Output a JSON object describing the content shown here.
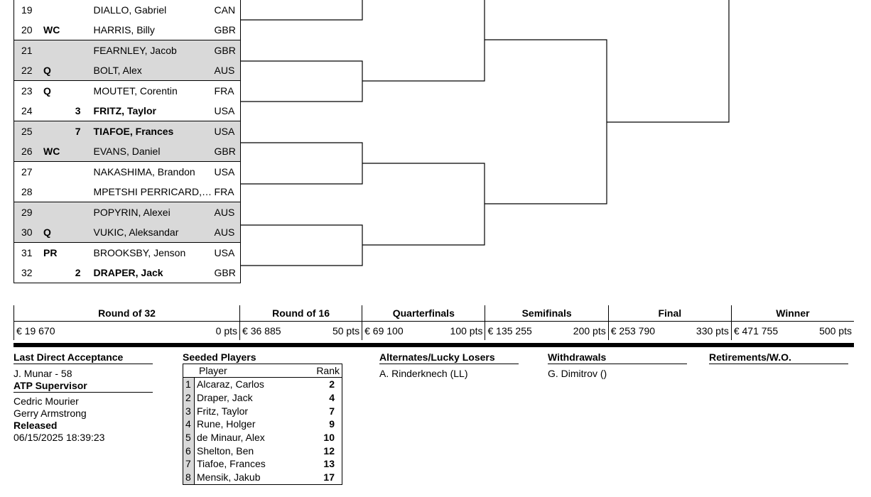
{
  "draw": {
    "players": [
      {
        "num": "19",
        "entry": "",
        "seed": "",
        "name": "DIALLO, Gabriel",
        "country": "CAN"
      },
      {
        "num": "20",
        "entry": "WC",
        "seed": "",
        "name": "HARRIS, Billy",
        "country": "GBR"
      },
      {
        "num": "21",
        "entry": "",
        "seed": "",
        "name": "FEARNLEY, Jacob",
        "country": "GBR"
      },
      {
        "num": "22",
        "entry": "Q",
        "seed": "",
        "name": "BOLT, Alex",
        "country": "AUS"
      },
      {
        "num": "23",
        "entry": "Q",
        "seed": "",
        "name": "MOUTET, Corentin",
        "country": "FRA"
      },
      {
        "num": "24",
        "entry": "",
        "seed": "3",
        "name": "FRITZ, Taylor",
        "country": "USA"
      },
      {
        "num": "25",
        "entry": "",
        "seed": "7",
        "name": "TIAFOE, Frances",
        "country": "USA"
      },
      {
        "num": "26",
        "entry": "WC",
        "seed": "",
        "name": "EVANS, Daniel",
        "country": "GBR"
      },
      {
        "num": "27",
        "entry": "",
        "seed": "",
        "name": "NAKASHIMA, Brandon",
        "country": "USA"
      },
      {
        "num": "28",
        "entry": "",
        "seed": "",
        "name": "MPETSHI PERRICARD, …",
        "country": "FRA"
      },
      {
        "num": "29",
        "entry": "",
        "seed": "",
        "name": "POPYRIN, Alexei",
        "country": "AUS"
      },
      {
        "num": "30",
        "entry": "Q",
        "seed": "",
        "name": "VUKIC, Aleksandar",
        "country": "AUS"
      },
      {
        "num": "31",
        "entry": "PR",
        "seed": "",
        "name": "BROOKSBY, Jenson",
        "country": "USA"
      },
      {
        "num": "32",
        "entry": "",
        "seed": "2",
        "name": "DRAPER, Jack",
        "country": "GBR"
      }
    ]
  },
  "prize_money": {
    "rounds": [
      {
        "label": "Round of 32",
        "money": "€ 19 670",
        "points": "0 pts"
      },
      {
        "label": "Round of 16",
        "money": "€ 36 885",
        "points": "50 pts"
      },
      {
        "label": "Quarterfinals",
        "money": "€ 69 100",
        "points": "100 pts"
      },
      {
        "label": "Semifinals",
        "money": "€ 135 255",
        "points": "200 pts"
      },
      {
        "label": "Final",
        "money": "€ 253 790",
        "points": "330 pts"
      },
      {
        "label": "Winner",
        "money": "€ 471 755",
        "points": "500 pts"
      }
    ]
  },
  "last_direct_acceptance": {
    "heading": "Last Direct Acceptance",
    "value": "J. Munar - 58"
  },
  "supervisor": {
    "heading": "ATP Supervisor",
    "names": [
      "Cedric Mourier",
      "Gerry Armstrong"
    ]
  },
  "released": {
    "label": "Released",
    "value": "06/15/2025 18:39:23"
  },
  "seeded_players": {
    "heading": "Seeded Players",
    "col_player": "Player",
    "col_rank": "Rank",
    "rows": [
      {
        "seed": "1",
        "player": "Alcaraz, Carlos",
        "rank": "2"
      },
      {
        "seed": "2",
        "player": "Draper, Jack",
        "rank": "4"
      },
      {
        "seed": "3",
        "player": "Fritz, Taylor",
        "rank": "7"
      },
      {
        "seed": "4",
        "player": "Rune, Holger",
        "rank": "9"
      },
      {
        "seed": "5",
        "player": "de Minaur, Alex",
        "rank": "10"
      },
      {
        "seed": "6",
        "player": "Shelton, Ben",
        "rank": "12"
      },
      {
        "seed": "7",
        "player": "Tiafoe, Frances",
        "rank": "13"
      },
      {
        "seed": "8",
        "player": "Mensik, Jakub",
        "rank": "17"
      }
    ]
  },
  "alternates": {
    "heading": "Alternates/Lucky Losers",
    "items": [
      "A. Rinderknech (LL)"
    ]
  },
  "withdrawals": {
    "heading": "Withdrawals",
    "items": [
      "G. Dimitrov ()"
    ]
  },
  "retirements": {
    "heading": "Retirements/W.O.",
    "items": []
  }
}
